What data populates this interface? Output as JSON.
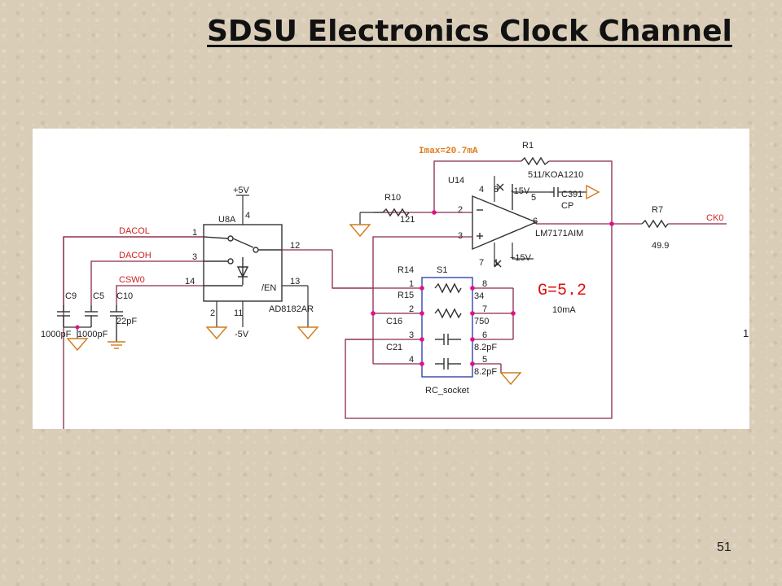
{
  "slide": {
    "title": "SDSU Electronics Clock Channel",
    "page_number": "51",
    "stray_mark": "1"
  },
  "schematic": {
    "switch": {
      "ref": "U8A",
      "part": "AD8182AR",
      "supply_pos": "+5V",
      "supply_neg": "-5V",
      "pin_4": "4",
      "pin_2": "2",
      "pin_11": "11",
      "pin_1": "1",
      "pin_3": "3",
      "pin_14": "14",
      "pin_12": "12",
      "pin_13": "13",
      "enable": "/EN"
    },
    "nets": {
      "dacol": "DACOL",
      "dacoh": "DACOH",
      "csw0": "CSW0",
      "ck0": "CK0"
    },
    "caps_in": [
      {
        "ref": "C9",
        "value": "1000pF"
      },
      {
        "ref": "C5",
        "value": "1000pF"
      },
      {
        "ref": "C10",
        "value": "22pF"
      }
    ],
    "opamp": {
      "ref": "U14",
      "part": "LM7171AIM",
      "supply_neg": "-15V",
      "supply_pos": "+15V",
      "pin_2": "2",
      "pin_3": "3",
      "pin_6": "6",
      "pin_4": "4",
      "pin_8": "8",
      "pin_5": "5",
      "pin_7": "7",
      "pin_1": "1",
      "comp_cap_ref": "C391",
      "comp_cap_value": "CP"
    },
    "r1": {
      "ref": "R1",
      "value": "511/KOA1210"
    },
    "r10": {
      "ref": "R10",
      "value": "121"
    },
    "r7": {
      "ref": "R7",
      "value": "49.9"
    },
    "imax": "Imax=20.7mA",
    "gain": "G=5.2",
    "current": "10mA",
    "socket": {
      "ref": "S1",
      "name": "RC_socket",
      "left_labels": [
        "R14",
        "R15",
        "C16",
        "C21"
      ],
      "left_pins": [
        "1",
        "2",
        "3",
        "4"
      ],
      "right_pins": [
        "8",
        "7",
        "6",
        "5"
      ],
      "right_values": [
        "34",
        "750",
        "8.2pF",
        "8.2pF"
      ]
    }
  }
}
